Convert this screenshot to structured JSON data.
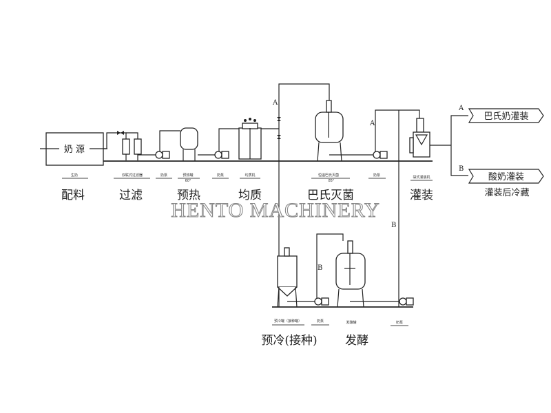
{
  "watermark": "HENTO MACHINERY",
  "source_box": "奶 源",
  "stages": {
    "batching": "配料",
    "filter": "过滤",
    "preheat": "预热",
    "homogenize": "均质",
    "pasteurize": "巴氏灭菌",
    "filling": "灌装",
    "precool": "预冷(接种)",
    "ferment": "发酵"
  },
  "equipment": {
    "source": "生奶",
    "filter": "双联式过滤器",
    "pump1": "奶泵",
    "preheat_tank": "预热罐",
    "preheat_temp": "60°",
    "pump2": "奶泵",
    "homogenizer": "均质机",
    "pasteurizer": "恒温巴氏灭菌",
    "pasteur_temp": "85°",
    "pump3": "奶泵",
    "filler": "袋式灌装机",
    "precool_tank": "预冷罐（接种罐）",
    "pump4": "奶泵",
    "ferment_tank": "发酵罐",
    "pump5": "奶泵"
  },
  "routes": {
    "a": "A",
    "b": "B"
  },
  "outputs": {
    "a": "巴氏奶灌装",
    "b": "酸奶灌装",
    "b_note": "灌装后冷藏"
  }
}
